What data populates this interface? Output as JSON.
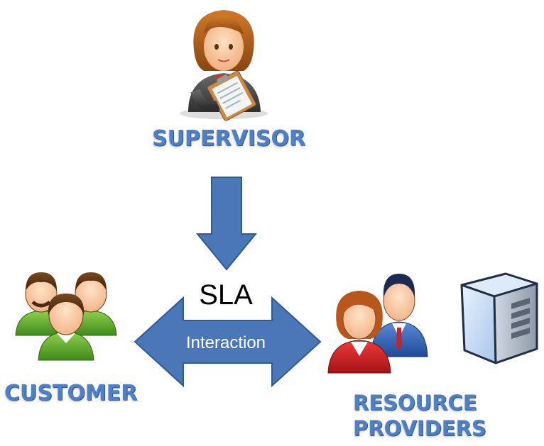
{
  "labels": {
    "supervisor": "SUPERVISOR",
    "customer": "CUSTOMER",
    "providers_line1": "RESOURCE",
    "providers_line2": "PROVIDERS",
    "sla": "SLA",
    "interaction": "Interaction"
  },
  "colors": {
    "arrow_fill": "#4a77b8",
    "arrow_stroke": "#2f5a96",
    "label_blue": "#4f7fc4"
  },
  "icons": [
    "supervisor-icon",
    "customer-group-icon",
    "resource-providers-icon",
    "server-icon"
  ]
}
